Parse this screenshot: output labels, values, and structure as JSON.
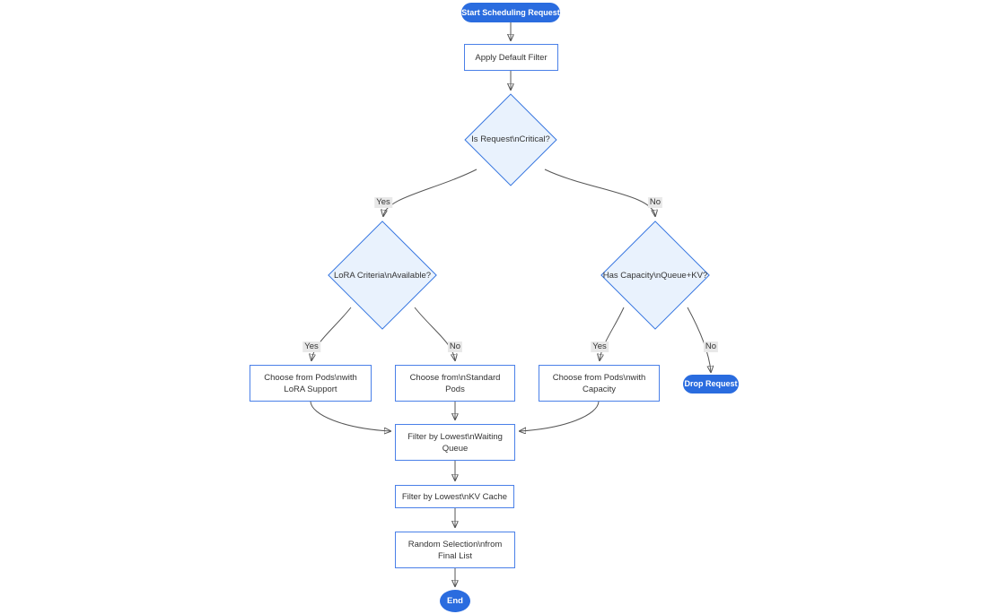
{
  "diagram": {
    "type": "flowchart",
    "nodes": {
      "start": {
        "shape": "pill",
        "lines": [
          "Start Scheduling Request"
        ]
      },
      "apply_filter": {
        "shape": "rect",
        "lines": [
          "Apply Default Filter"
        ]
      },
      "is_critical": {
        "shape": "decision",
        "lines": [
          "Is Request\\nCritical?"
        ]
      },
      "lora_criteria": {
        "shape": "decision",
        "lines": [
          "LoRA Criteria\\nAvailable?"
        ]
      },
      "has_capacity": {
        "shape": "decision",
        "lines": [
          "Has Capacity\\nQueue+KV?"
        ]
      },
      "choose_lora_pods": {
        "shape": "rect",
        "lines": [
          "Choose from Pods\\nwith",
          "LoRA Support"
        ]
      },
      "choose_standard_pods": {
        "shape": "rect",
        "lines": [
          "Choose from\\nStandard",
          "Pods"
        ]
      },
      "choose_capacity_pods": {
        "shape": "rect",
        "lines": [
          "Choose from Pods\\nwith",
          "Capacity"
        ]
      },
      "drop_request": {
        "shape": "pill",
        "lines": [
          "Drop Request"
        ]
      },
      "filter_waiting_queue": {
        "shape": "rect",
        "lines": [
          "Filter by Lowest\\nWaiting",
          "Queue"
        ]
      },
      "filter_kv_cache": {
        "shape": "rect",
        "lines": [
          "Filter by Lowest\\nKV Cache"
        ]
      },
      "random_selection": {
        "shape": "rect",
        "lines": [
          "Random Selection\\nfrom",
          "Final List"
        ]
      },
      "end": {
        "shape": "ellipse",
        "lines": [
          "End"
        ]
      }
    },
    "edges": [
      {
        "from": "start",
        "to": "apply_filter",
        "label": ""
      },
      {
        "from": "apply_filter",
        "to": "is_critical",
        "label": ""
      },
      {
        "from": "is_critical",
        "to": "lora_criteria",
        "label": "Yes"
      },
      {
        "from": "is_critical",
        "to": "has_capacity",
        "label": "No"
      },
      {
        "from": "lora_criteria",
        "to": "choose_lora_pods",
        "label": "Yes"
      },
      {
        "from": "lora_criteria",
        "to": "choose_standard_pods",
        "label": "No"
      },
      {
        "from": "has_capacity",
        "to": "choose_capacity_pods",
        "label": "Yes"
      },
      {
        "from": "has_capacity",
        "to": "drop_request",
        "label": "No"
      },
      {
        "from": "choose_lora_pods",
        "to": "filter_waiting_queue",
        "label": ""
      },
      {
        "from": "choose_standard_pods",
        "to": "filter_waiting_queue",
        "label": ""
      },
      {
        "from": "choose_capacity_pods",
        "to": "filter_waiting_queue",
        "label": ""
      },
      {
        "from": "filter_waiting_queue",
        "to": "filter_kv_cache",
        "label": ""
      },
      {
        "from": "filter_kv_cache",
        "to": "random_selection",
        "label": ""
      },
      {
        "from": "random_selection",
        "to": "end",
        "label": ""
      }
    ],
    "colors": {
      "accent_blue": "#2a6cdf",
      "rect_border": "#4a80e8",
      "rect_fill": "#ffffff",
      "decision_border": "#3575e0",
      "decision_fill": "#e9f2fd",
      "edge_line": "#555555",
      "arrowhead": "#333333",
      "edge_label_bg": "#e8e8e8",
      "text": "#333333",
      "background": "#ffffff"
    }
  }
}
